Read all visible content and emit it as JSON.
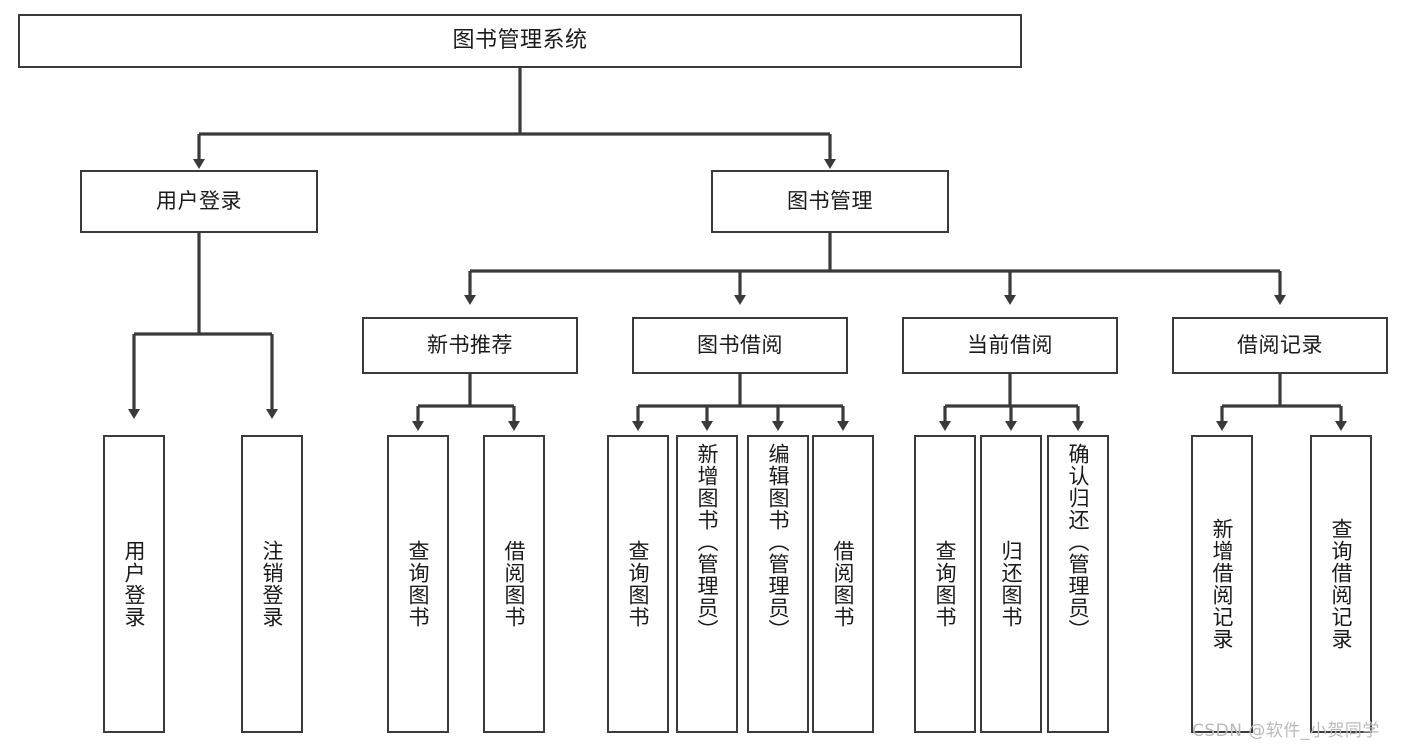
{
  "diagram": {
    "title": "图书管理系统",
    "type": "tree-structure-chart",
    "colors": {
      "background": "#ffffff",
      "box_border": "#3a3a3a",
      "box_fill": "#ffffff",
      "connector": "#3a3a3a",
      "text": "#1a1a1a",
      "watermark": "#b9b9b9"
    }
  },
  "root": {
    "label": "图书管理系统"
  },
  "level2": [
    {
      "label": "用户登录"
    },
    {
      "label": "图书管理"
    }
  ],
  "level3": [
    {
      "label": "新书推荐"
    },
    {
      "label": "图书借阅"
    },
    {
      "label": "当前借阅"
    },
    {
      "label": "借阅记录"
    }
  ],
  "leaves": {
    "user_login": [
      {
        "label": "用户登录"
      },
      {
        "label": "注销登录"
      }
    ],
    "new_book_recommend": [
      {
        "label": "查询图书"
      },
      {
        "label": "借阅图书"
      }
    ],
    "book_borrow": [
      {
        "label": "查询图书"
      },
      {
        "label": "新增图书（管理员）"
      },
      {
        "label": "编辑图书（管理员）"
      },
      {
        "label": "借阅图书"
      }
    ],
    "current_borrow": [
      {
        "label": "查询图书"
      },
      {
        "label": "归还图书"
      },
      {
        "label": "确认归还（管理员）"
      }
    ],
    "borrow_record": [
      {
        "label": "新增借阅记录"
      },
      {
        "label": "查询借阅记录"
      }
    ]
  },
  "watermark": {
    "text": "CSDN @软件_小贺同学"
  }
}
